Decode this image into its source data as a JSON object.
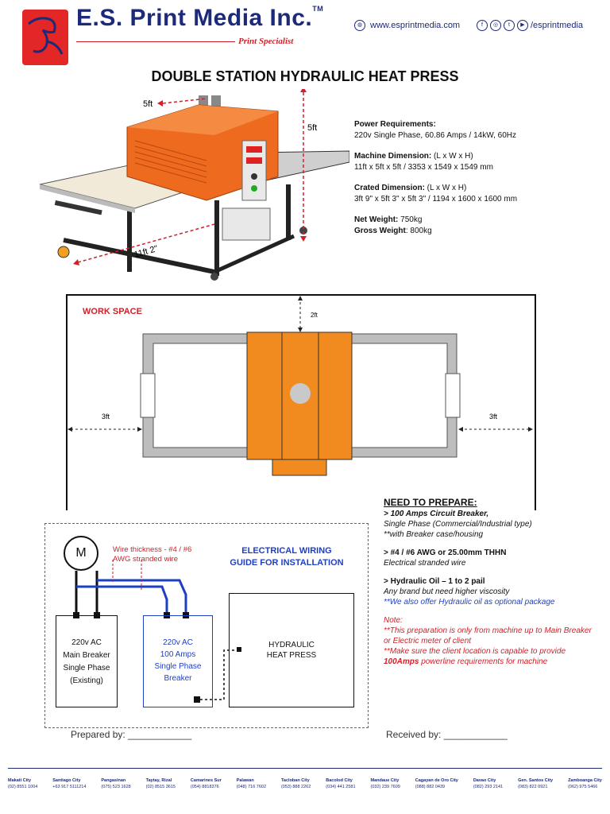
{
  "header": {
    "company": "E.S. Print Media Inc.",
    "tm": "TM",
    "tagline": "Print Specialist",
    "website": "www.esprintmedia.com",
    "social_handle": "/esprintmedia",
    "social_icons": [
      "facebook-icon",
      "instagram-icon",
      "twitter-icon",
      "youtube-icon"
    ]
  },
  "title": "DOUBLE STATION HYDRAULIC HEAT PRESS",
  "machine_dims": {
    "top": "5ft",
    "side": "5ft",
    "length": "11ft 2\""
  },
  "specs": {
    "power_label": "Power Requirements:",
    "power_value": "220v Single Phase, 60.86 Amps / 14kW, 60Hz",
    "machine_label": "Machine Dimension:",
    "machine_unit": " (L x W x H)",
    "machine_value": "11ft x 5ft x 5ft / 3353 x 1549 x 1549 mm",
    "crated_label": "Crated Dimension:",
    "crated_unit": " (L x W x H)",
    "crated_value": "3ft 9\" x 5ft 3\" x 5ft 3\" / 1194 x 1600 x 1600 mm",
    "net_label": "Net Weight:",
    "net_value": " 750kg",
    "gross_label": "Gross Weight",
    "gross_value": ": 800kg"
  },
  "workspace": {
    "label": "WORK SPACE",
    "top_clearance": "2ft",
    "left_clearance": "3ft",
    "right_clearance": "3ft"
  },
  "prepare": {
    "heading": "NEED TO PREPARE:",
    "item1_title": "> 100 Amps Circuit Breaker,",
    "item1_line2": "Single Phase (Commercial/Industrial type)",
    "item1_line3": "**with Breaker case/housing",
    "item2_title": "> #4 / #6 AWG or 25.00mm  THHN",
    "item2_line2": "Electrical stranded wire",
    "item3_title": "> Hydraulic Oil – 1 to 2 pail",
    "item3_line2": "Any brand but need higher viscosity",
    "item3_line3": "**We also offer Hydraulic oil as optional package",
    "note_label": "Note:",
    "note1": "**This preparation is only from machine up to Main Breaker or Electric meter of client",
    "note2a": "**Make sure the client location is capable to provide ",
    "note2b": "100Amps",
    "note2c": " powerline requirements for machine"
  },
  "wiring": {
    "motor": "M",
    "note_line1": "Wire thickness - #4 / #6",
    "note_line2": "AWG stranded wire",
    "title_line1": "ELECTRICAL WIRING",
    "title_line2": "GUIDE FOR INSTALLATION",
    "main_breaker": [
      "220v AC",
      "Main Breaker",
      "Single Phase",
      "(Existing)"
    ],
    "new_breaker": [
      "220v AC",
      "100 Amps",
      "Single Phase",
      "Breaker"
    ],
    "press": [
      "HYDRAULIC",
      "HEAT PRESS"
    ]
  },
  "signatures": {
    "prepared": "Prepared by: ____________",
    "received": "Received by: ____________"
  },
  "footer": [
    {
      "city": "Makati City",
      "phone": "(02) 8551 1004"
    },
    {
      "city": "Santiago City",
      "phone": "+63 917 5111214"
    },
    {
      "city": "Pangasinan",
      "phone": "(075) 523 1628"
    },
    {
      "city": "Taytay, Rizal",
      "phone": "(02) 8515 3615"
    },
    {
      "city": "Camarines Sur",
      "phone": "(054) 8818376"
    },
    {
      "city": "Palawan",
      "phone": "(048) 716 7602"
    },
    {
      "city": "Tacloban City",
      "phone": "(053) 888 2262"
    },
    {
      "city": "Bacolod City",
      "phone": "(034) 441 2581"
    },
    {
      "city": "Mandaue City",
      "phone": "(032) 239 7609"
    },
    {
      "city": "Cagayan de Oro City",
      "phone": "(088) 882 0439"
    },
    {
      "city": "Davao City",
      "phone": "(082) 293 2141"
    },
    {
      "city": "Gen. Santos City",
      "phone": "(083) 822 0921"
    },
    {
      "city": "Zamboanga City",
      "phone": "(062) 975 5466"
    }
  ],
  "colors": {
    "brand_blue": "#1d2a7a",
    "brand_red": "#e32626",
    "machine_orange": "#ee6a1e",
    "wire_blue": "#1e3fc4"
  }
}
